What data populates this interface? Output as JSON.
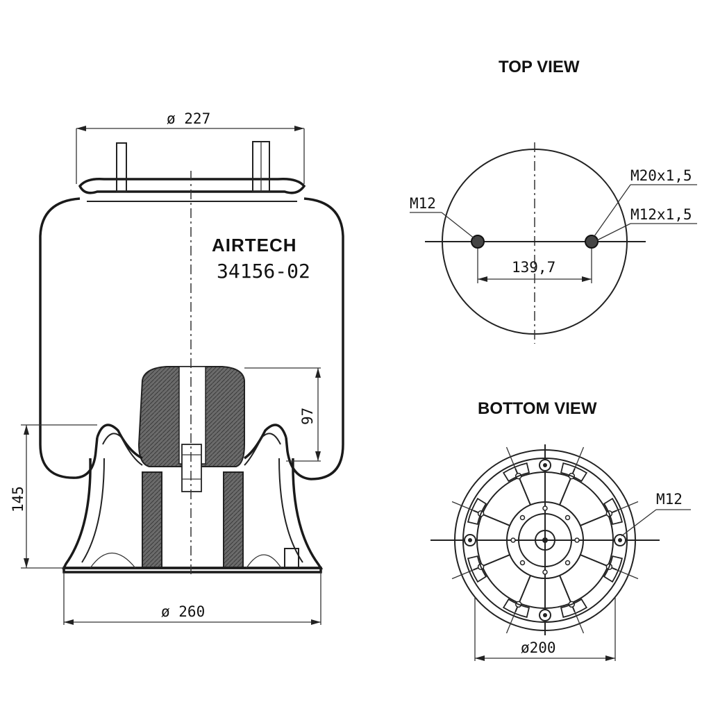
{
  "headers": {
    "top_view": "TOP VIEW",
    "bottom_view": "BOTTOM VIEW"
  },
  "brand": {
    "name": "AIRTECH",
    "part_number": "34156-02"
  },
  "dimensions": {
    "top_diameter": "ø 227",
    "base_diameter": "ø 260",
    "height": "145",
    "piston_height": "97",
    "bolt_spacing": "139,7",
    "bottom_diameter": "ø200"
  },
  "callouts": {
    "top_left_bolt": "M12",
    "top_right_bolt_1": "M20x1,5",
    "top_right_bolt_2": "M12x1,5",
    "bottom_bolt": "M12"
  },
  "colors": {
    "line": "#222222",
    "hatch": "#555555",
    "background": "#ffffff"
  }
}
